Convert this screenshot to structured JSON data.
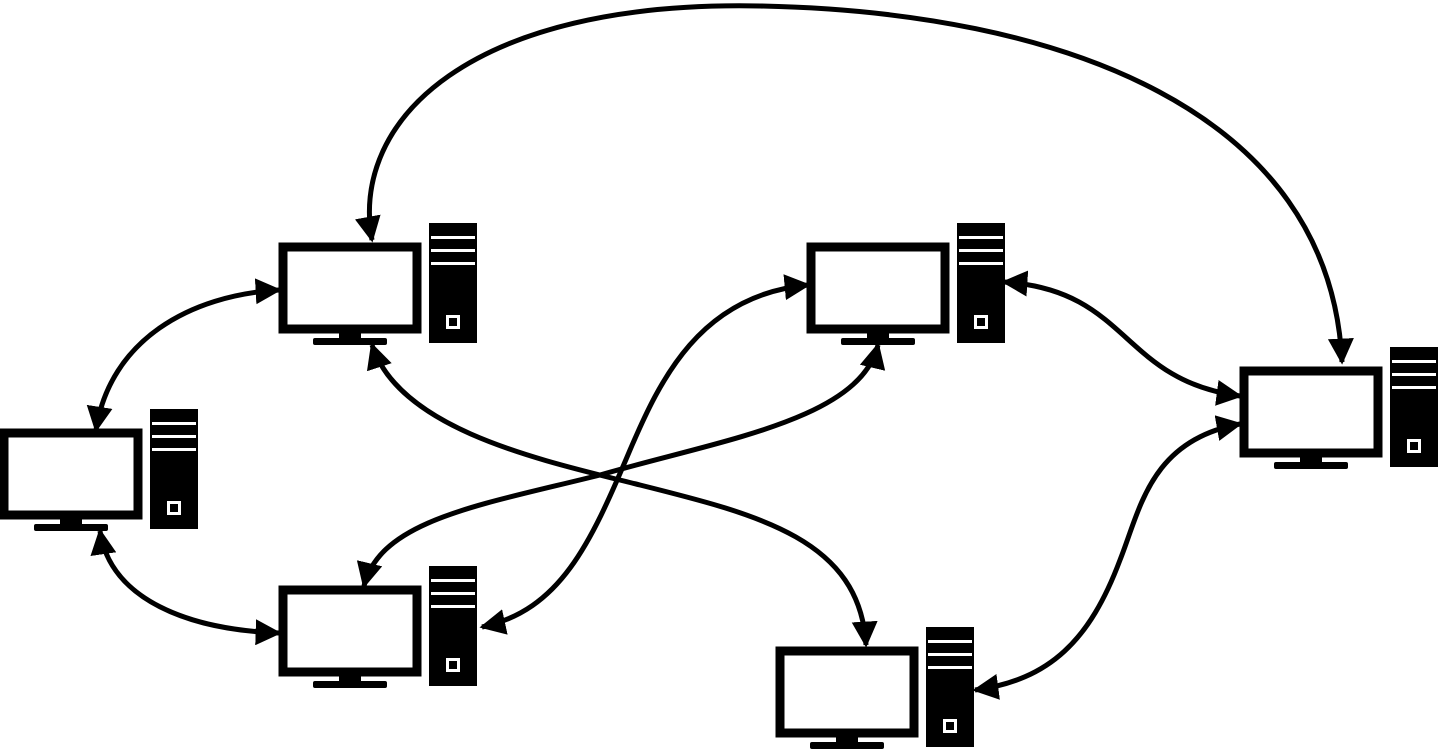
{
  "diagram": {
    "type": "peer-to-peer network",
    "node_icon": "desktop-computer-icon",
    "colors": {
      "background": "#ffffff",
      "ink": "#000000"
    },
    "nodes": [
      {
        "id": "pc-top-left"
      },
      {
        "id": "pc-left"
      },
      {
        "id": "pc-bottom-left"
      },
      {
        "id": "pc-top-center"
      },
      {
        "id": "pc-right"
      },
      {
        "id": "pc-bottom-right"
      }
    ],
    "links": [
      {
        "from": "pc-top-left",
        "to": "pc-left",
        "bidirectional": true
      },
      {
        "from": "pc-left",
        "to": "pc-bottom-left",
        "bidirectional": true
      },
      {
        "from": "pc-top-left",
        "to": "pc-right",
        "bidirectional": true
      },
      {
        "from": "pc-top-left",
        "to": "pc-bottom-right",
        "bidirectional": true
      },
      {
        "from": "pc-top-center",
        "to": "pc-bottom-left",
        "bidirectional": true
      },
      {
        "from": "pc-top-center",
        "to": "pc-right",
        "bidirectional": true
      },
      {
        "from": "pc-right",
        "to": "pc-bottom-right",
        "bidirectional": true
      }
    ]
  }
}
